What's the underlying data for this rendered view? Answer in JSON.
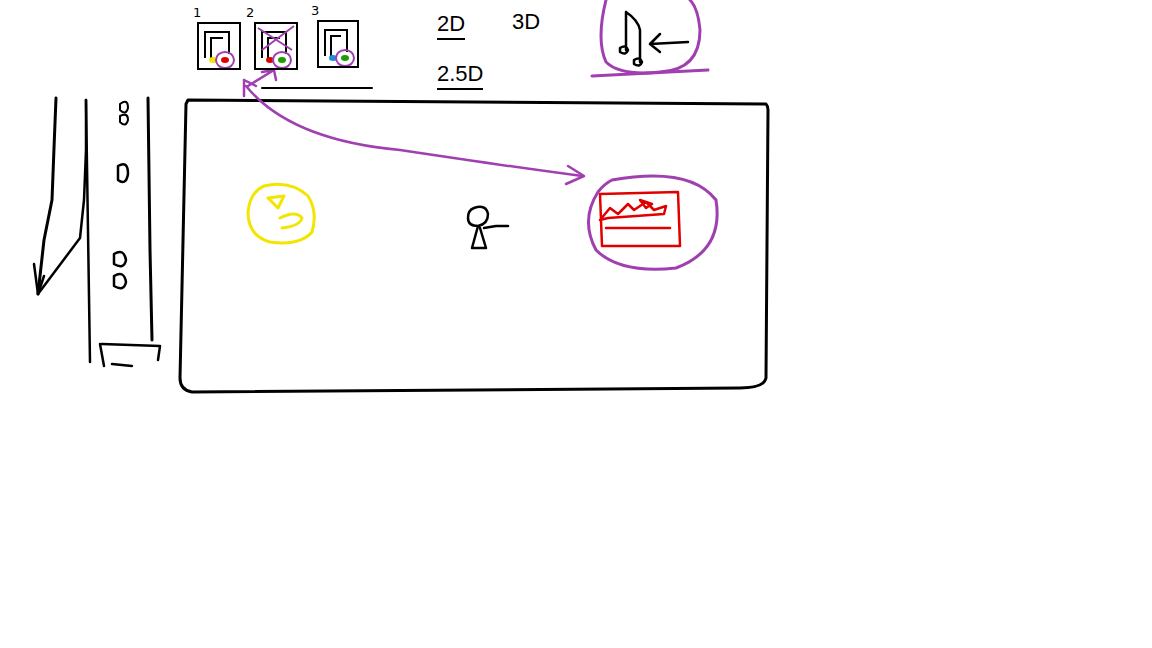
{
  "diagram": {
    "nodes": [
      {
        "text": [
          "1"
        ]
      },
      {
        "text": [
          "2"
        ]
      },
      {
        "text": [
          "3"
        ]
      }
    ],
    "labels": [
      "2D",
      "3D",
      "2.5D"
    ]
  }
}
